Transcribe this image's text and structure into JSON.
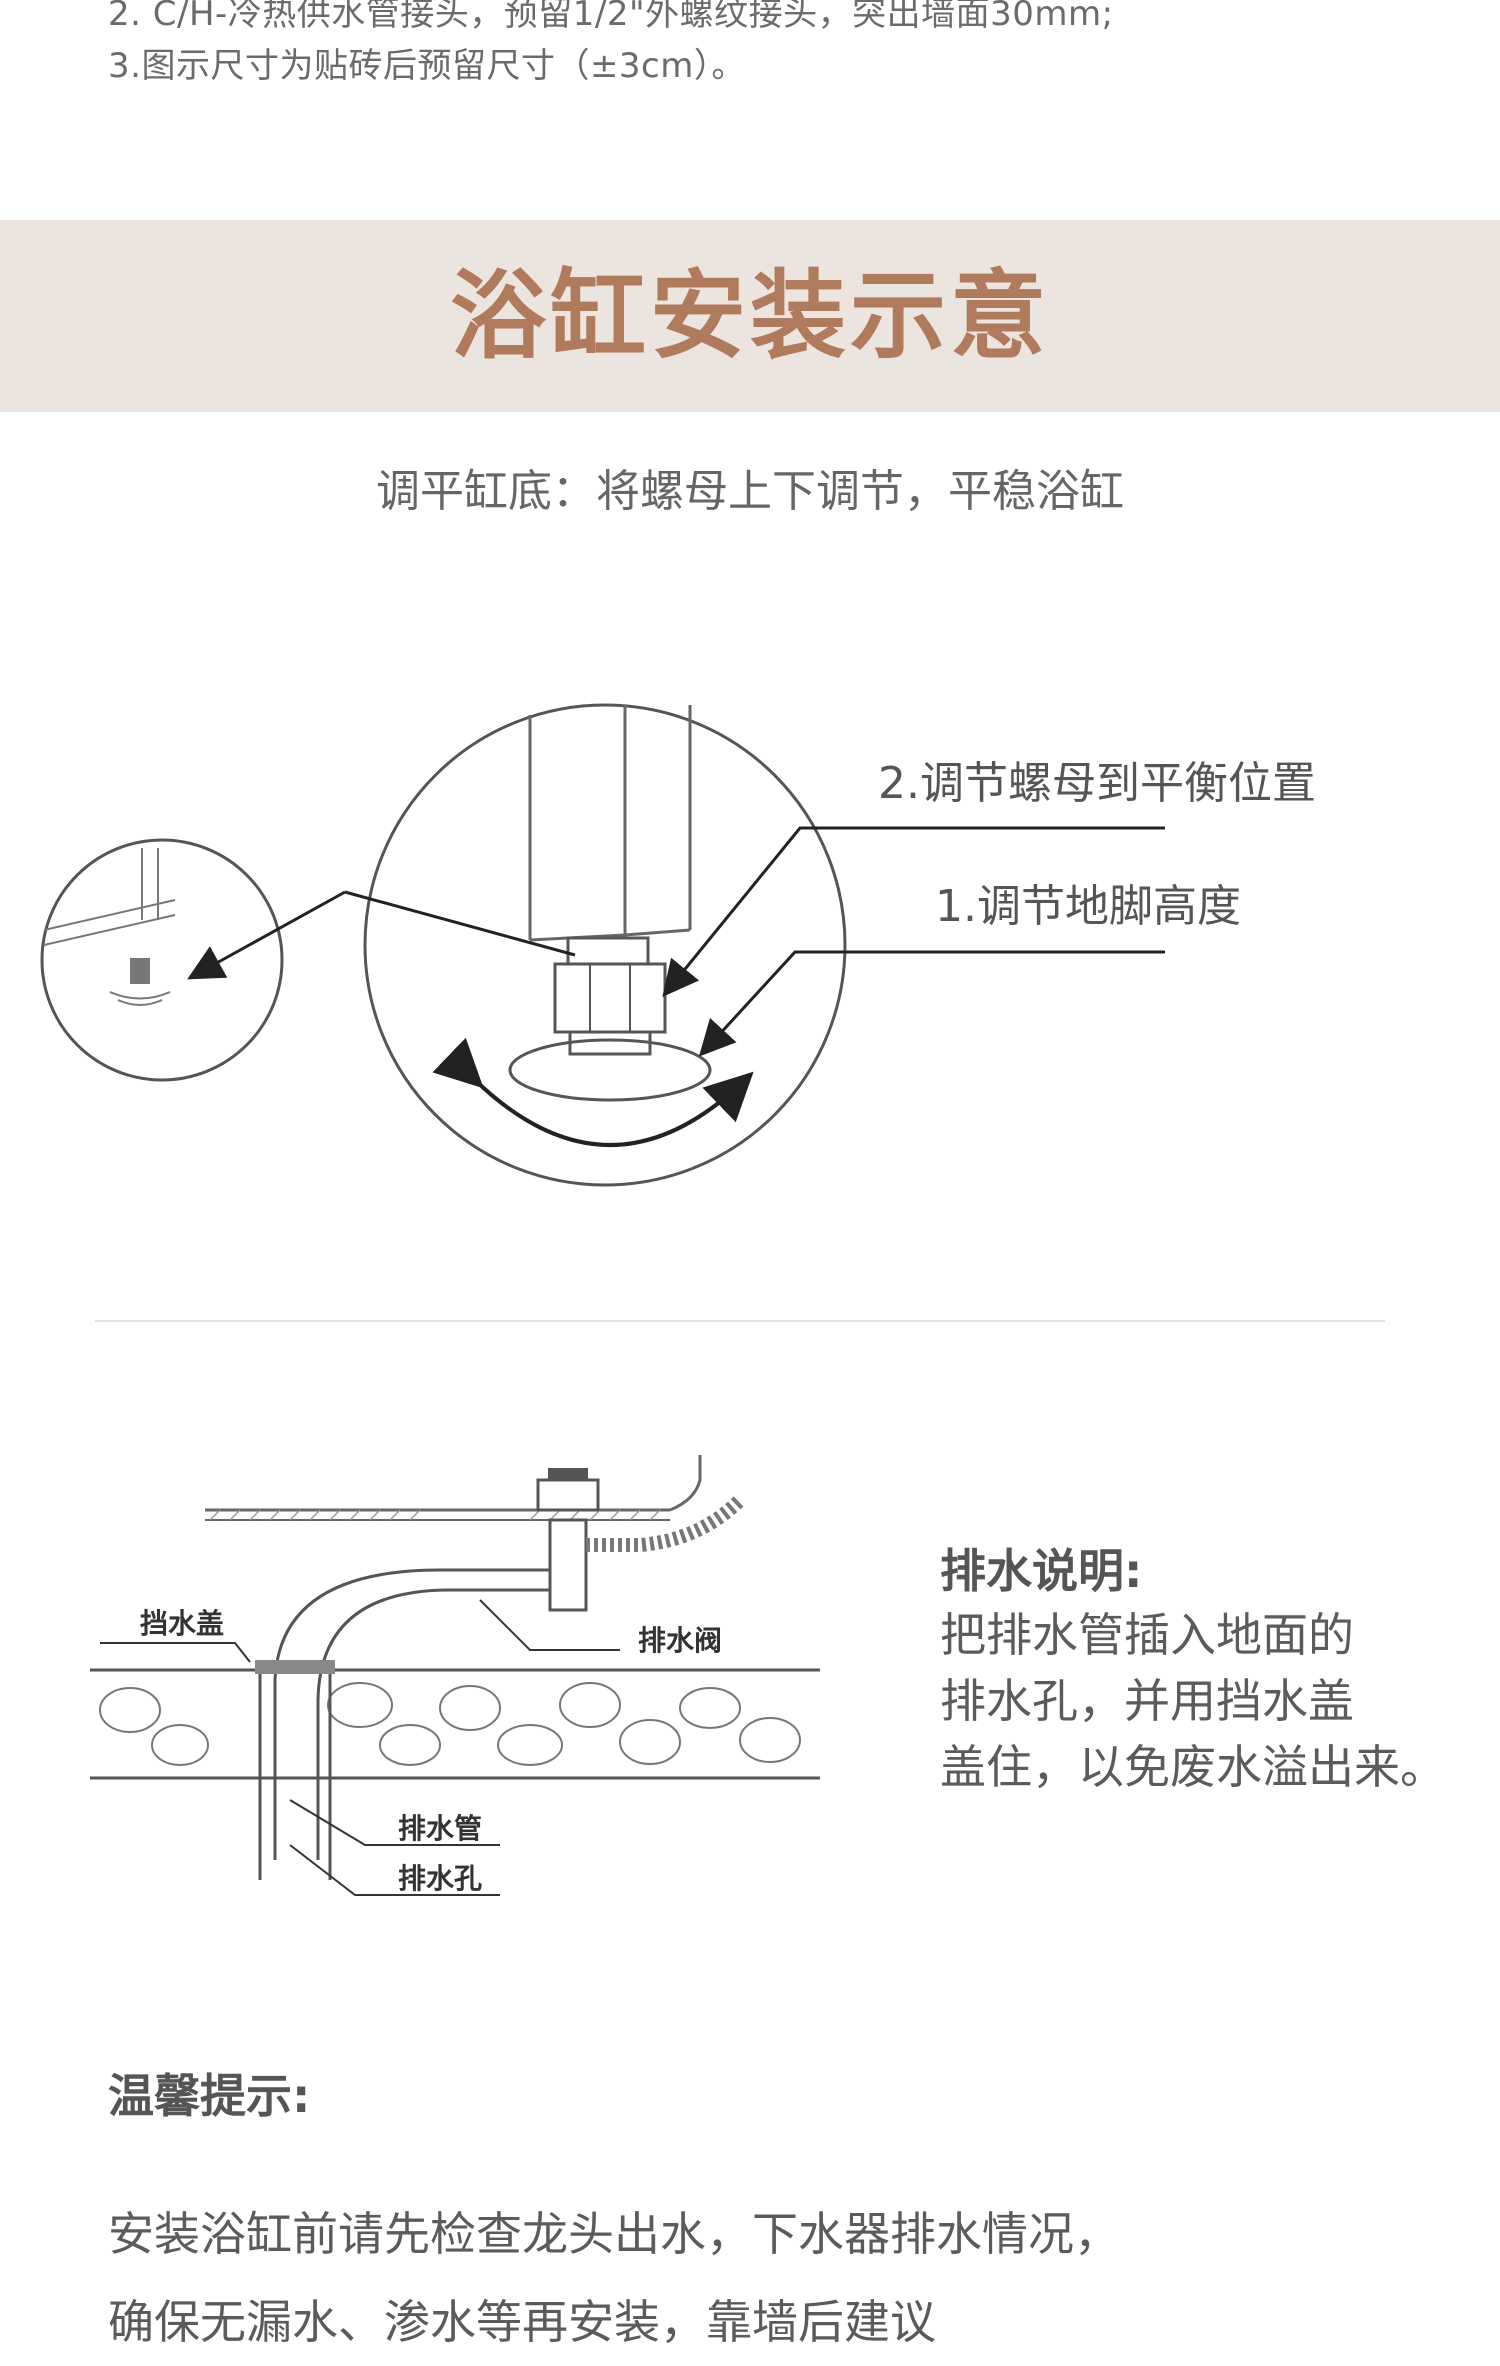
{
  "notes": {
    "line2": "2. C/H-冷热供水管接头，预留1/2\"外螺纹接头，突出墙面30mm;",
    "line3": "3.图示尺寸为贴砖后预留尺寸（±3cm）。"
  },
  "section": {
    "title": "浴缸安装示意",
    "subtitle": "调平缸底：将螺母上下调节，平稳浴缸"
  },
  "leveling_diagram": {
    "callout_2": "2.调节螺母到平衡位置",
    "callout_1": "1.调节地脚高度"
  },
  "drain_diagram": {
    "label_cover": "挡水盖",
    "label_valve": "排水阀",
    "label_pipe": "排水管",
    "label_hole": "排水孔"
  },
  "drain_info": {
    "heading": "排水说明:",
    "lines": [
      "把排水管插入地面的",
      "排水孔，并用挡水盖",
      "盖住，以免废水溢出来。"
    ]
  },
  "tips": {
    "heading": "温馨提示:",
    "lines": [
      "安装浴缸前请先检查龙头出水，下水器排水情况，",
      "确保无漏水、渗水等再安装，靠墙后建议"
    ]
  }
}
